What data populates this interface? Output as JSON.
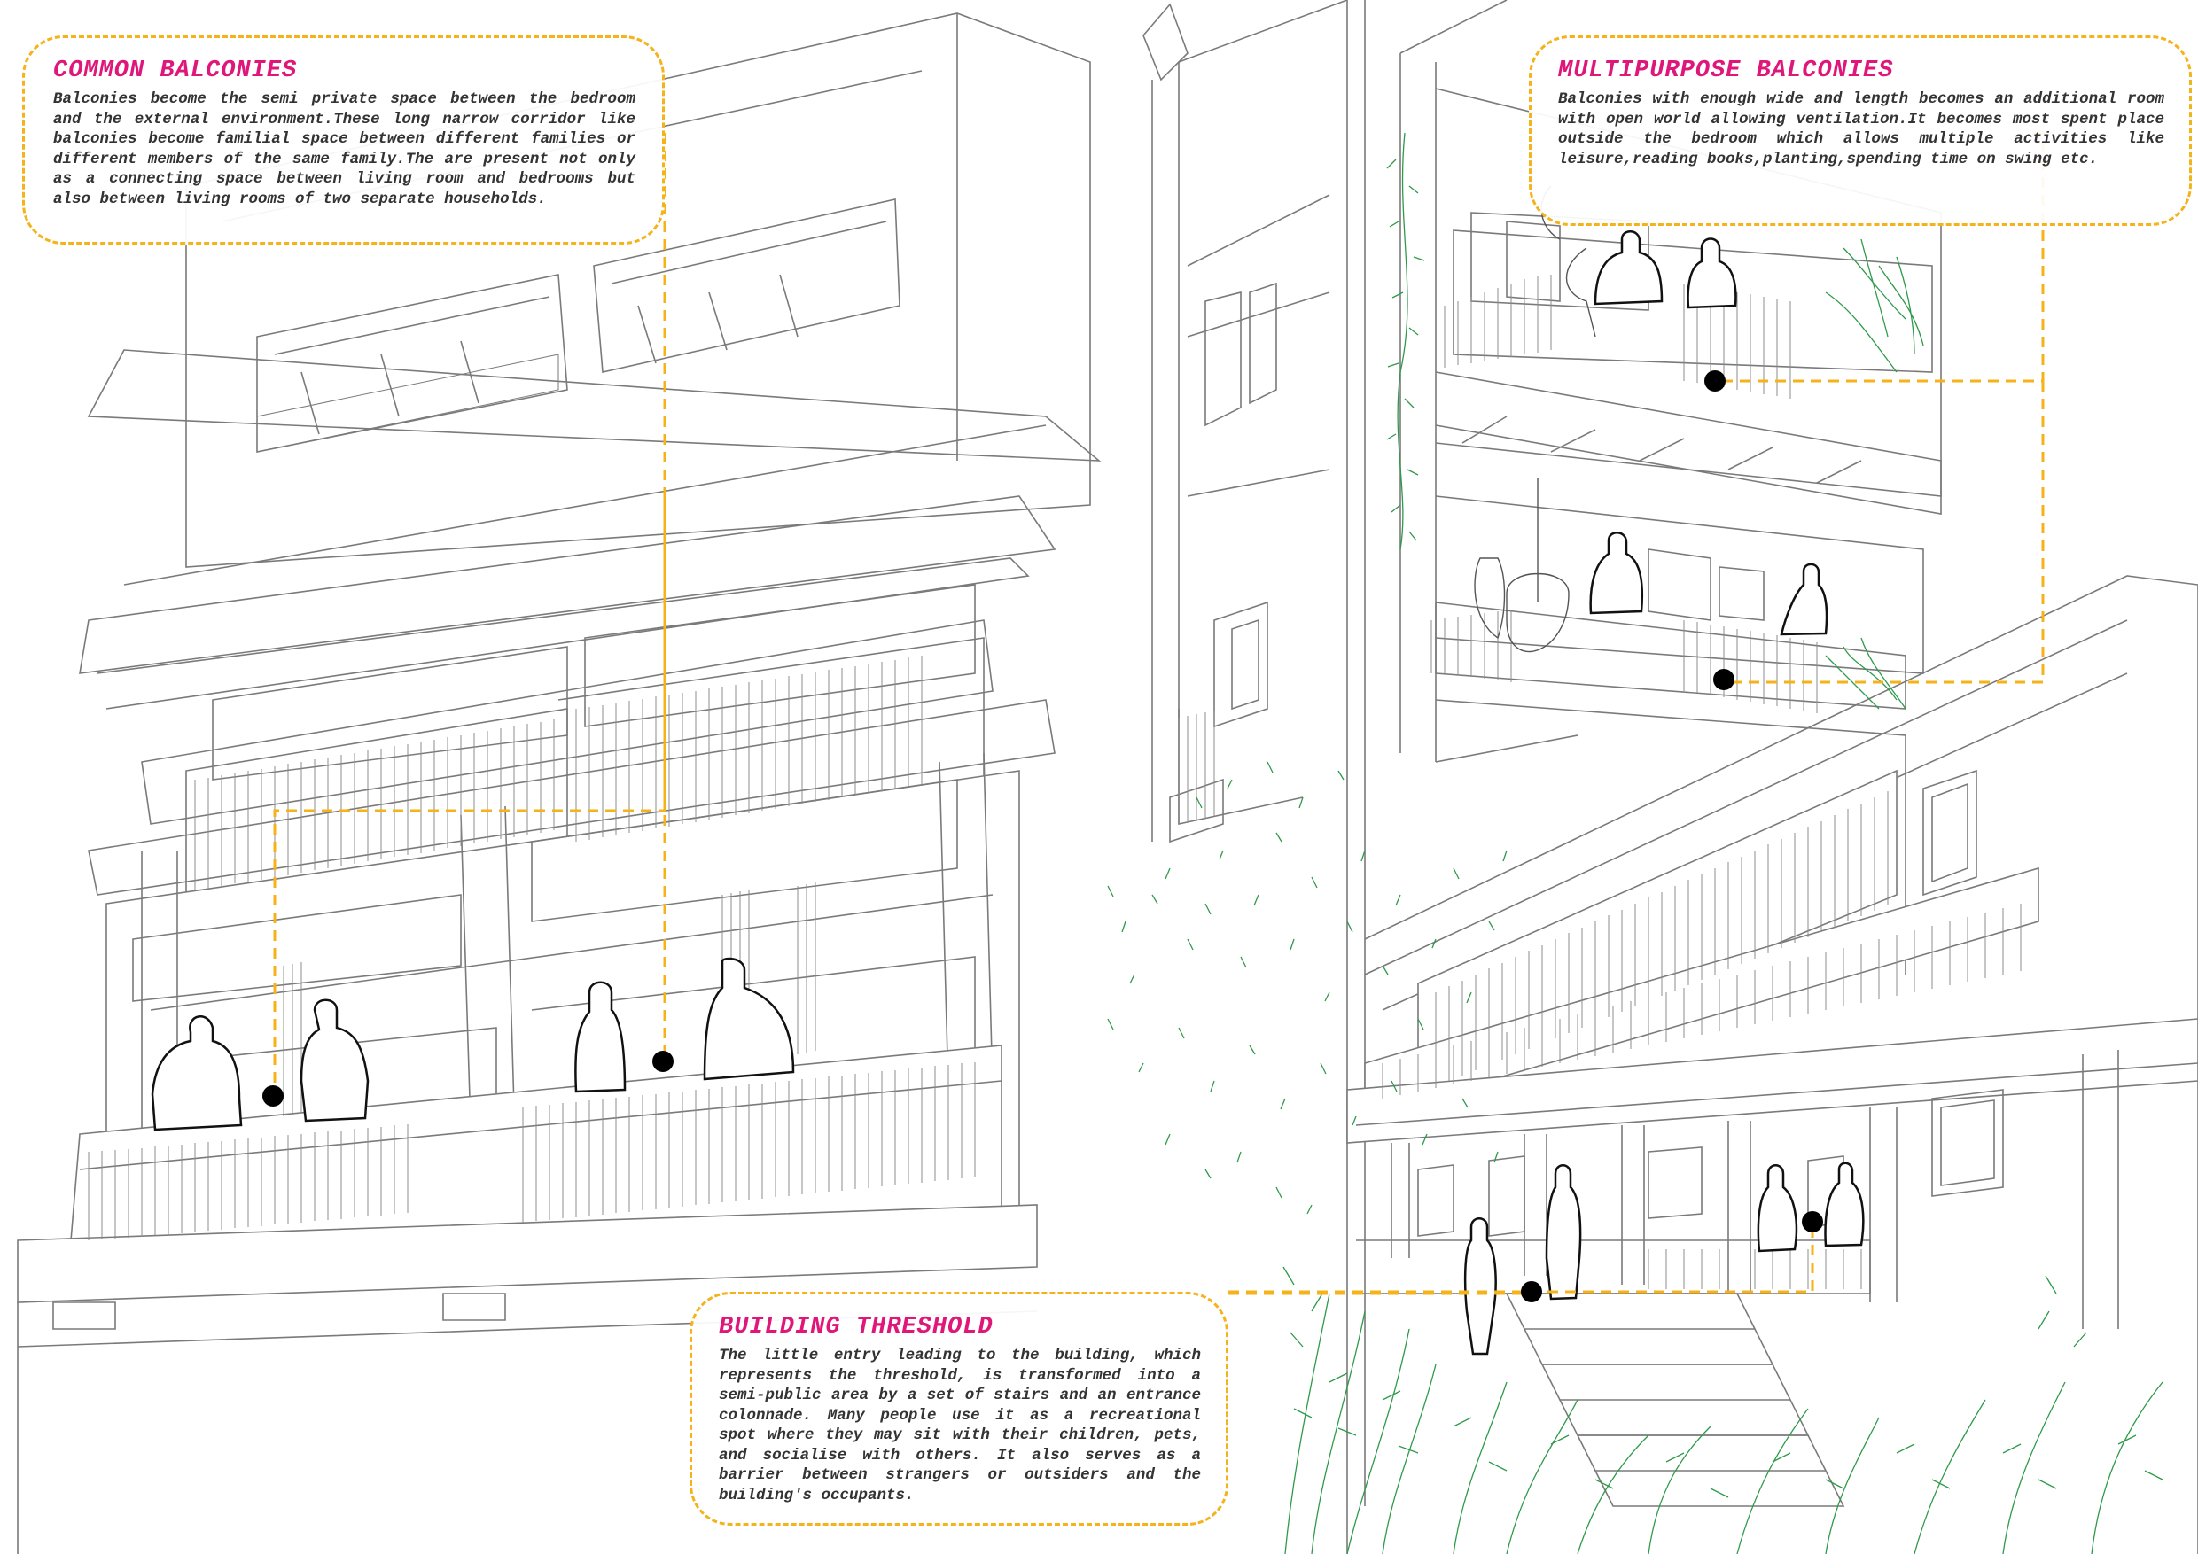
{
  "colors": {
    "heading": "#e0177a",
    "callout_border": "#f5b31b",
    "leader_line": "#f5b31b",
    "linework": "#7a7a7a",
    "vegetation": "#2e9a4a",
    "figure_outline": "#111111",
    "marker": "#000000"
  },
  "callouts": {
    "common_balconies": {
      "title": "COMMON BALCONIES",
      "body": "Balconies become the semi private space between the bedroom and the external environment.These long narrow corridor like balconies become familial space between different families or different members of the same family.The are present not only as a connecting space between living room and bedrooms but also between living rooms of two separate households."
    },
    "multipurpose_balconies": {
      "title": "MULTIPURPOSE BALCONIES",
      "body": "Balconies with enough wide and length becomes an additional room with open world allowing ventilation.It becomes most spent place outside the bedroom which allows multiple activities like leisure,reading books,planting,spending time on swing etc."
    },
    "building_threshold": {
      "title": "BUILDING THRESHOLD",
      "body": "The little entry leading to the building, which represents the threshold, is transformed into a semi-public area by a set of stairs and an entrance colonnade. Many people use it as a recreational spot where they may sit with their children, pets, and socialise with others. It also serves as a barrier between strangers or outsiders and the building's occupants."
    }
  }
}
